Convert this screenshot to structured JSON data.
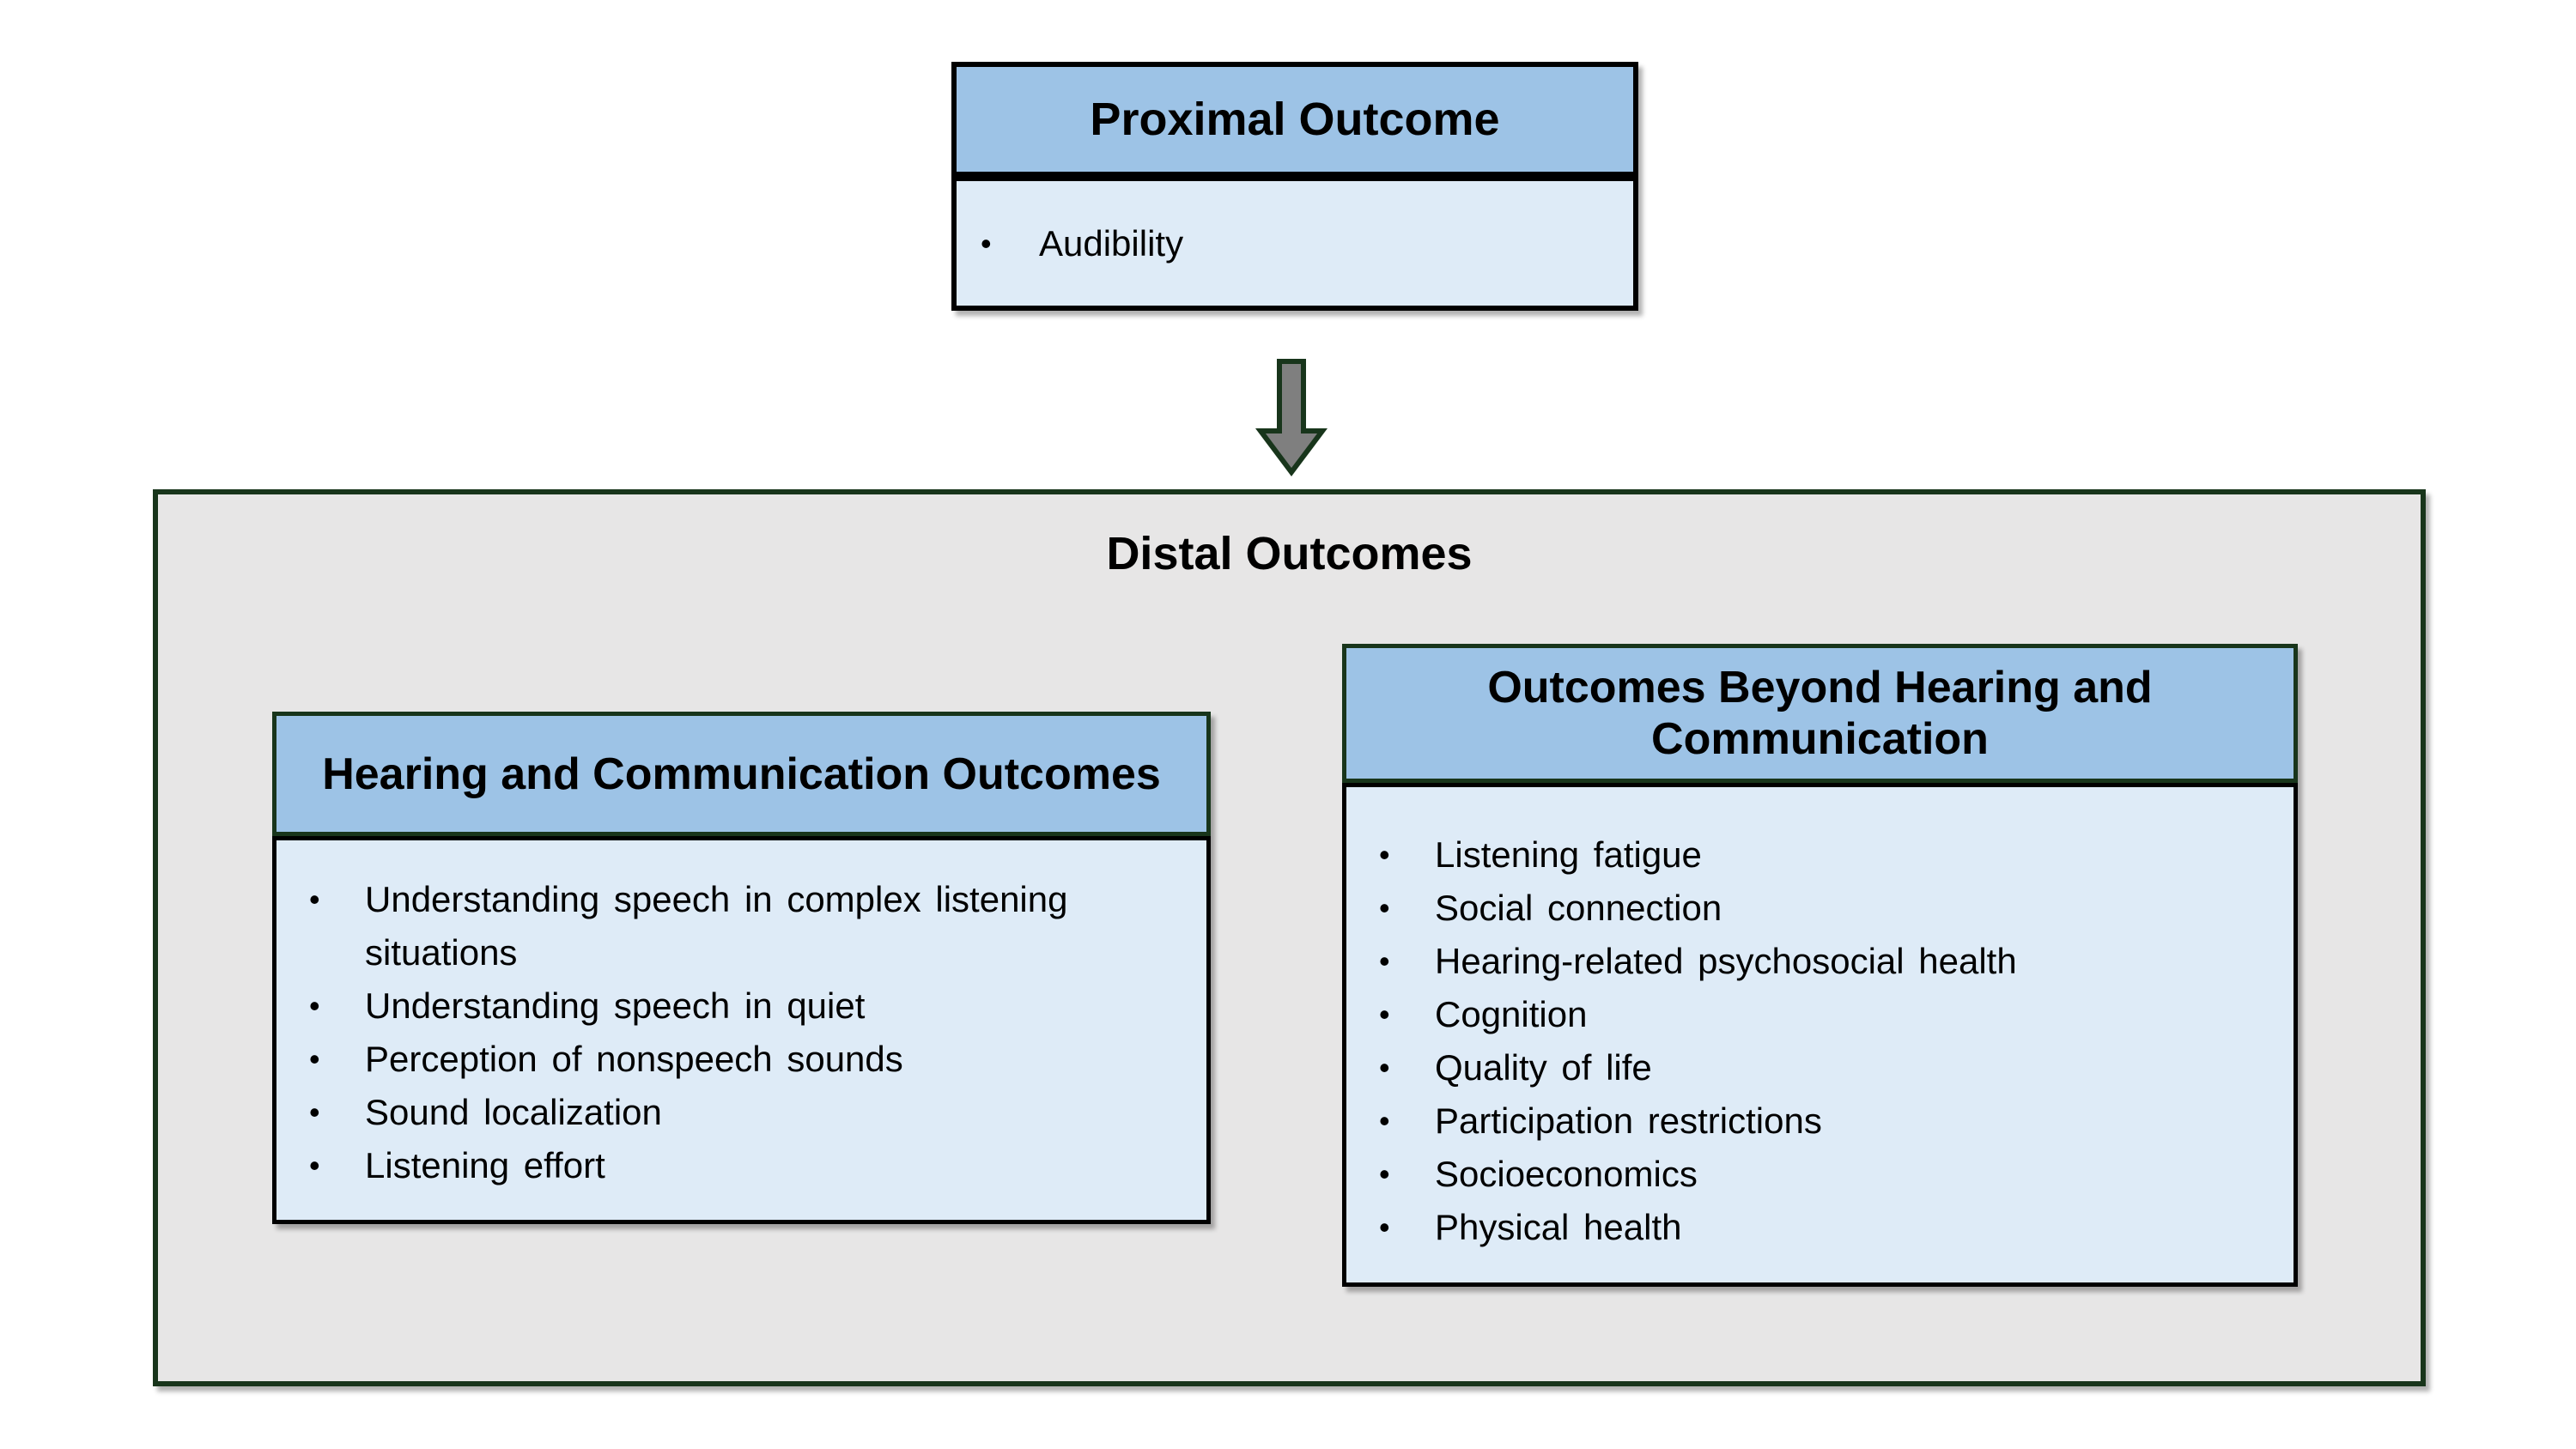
{
  "colors": {
    "header_fill": "#9DC3E6",
    "body_fill": "#DEEBF7",
    "container_fill": "#E7E6E6",
    "green_border": "#18351B",
    "black_border": "#000000",
    "arrow_fill": "#7F7F7F",
    "page_background": "#FFFFFF"
  },
  "proximal_box": {
    "title": "Proximal Outcome",
    "items": [
      "Audibility"
    ]
  },
  "arrow": {
    "direction": "down"
  },
  "distal_section": {
    "title": "Distal Outcomes",
    "hearing_box": {
      "title": "Hearing and Communication Outcomes",
      "items": [
        "Understanding speech in complex listening situations",
        "Understanding speech in quiet",
        "Perception of nonspeech sounds",
        "Sound localization",
        "Listening effort"
      ]
    },
    "beyond_box": {
      "title": "Outcomes Beyond Hearing and Communication",
      "items": [
        "Listening fatigue",
        "Social connection",
        "Hearing-related psychosocial health",
        "Cognition",
        "Quality of life",
        "Participation restrictions",
        "Socioeconomics",
        "Physical health"
      ]
    }
  }
}
